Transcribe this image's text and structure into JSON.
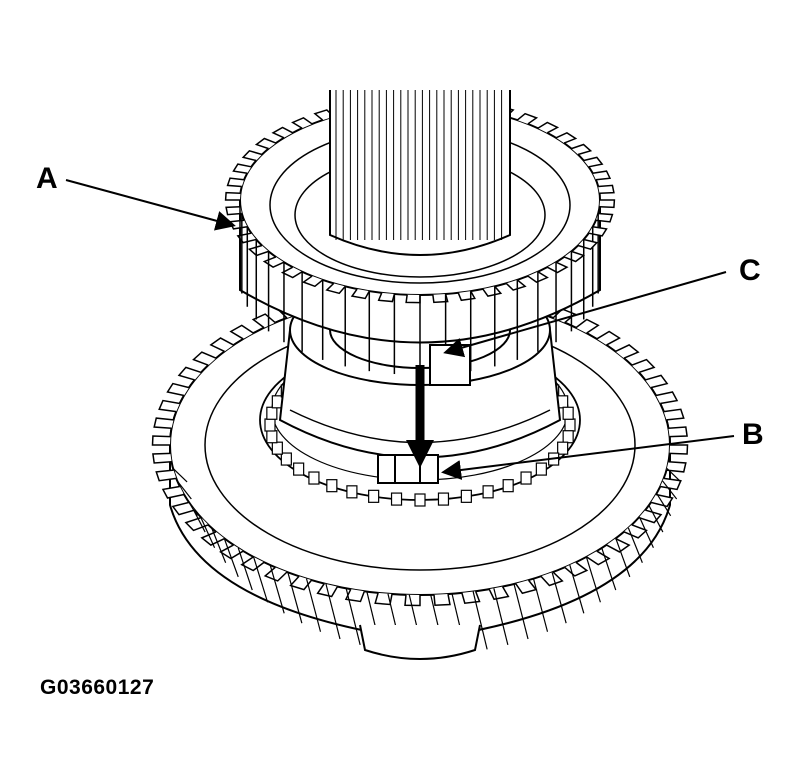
{
  "callouts": {
    "a": "A",
    "b": "B",
    "c": "C"
  },
  "figure_code": "G03660127",
  "colors": {
    "ink": "#000000",
    "paper": "#ffffff"
  }
}
